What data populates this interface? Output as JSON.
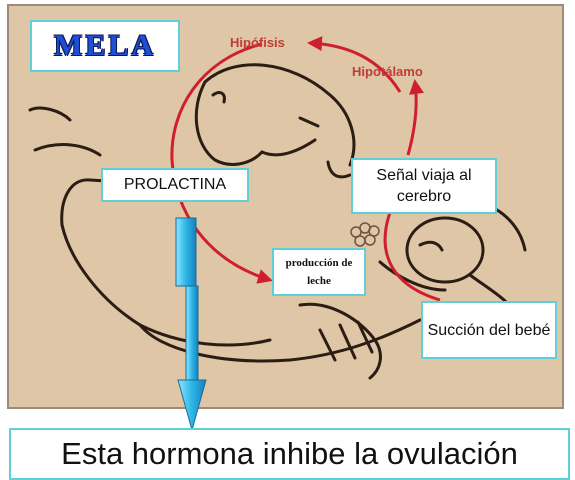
{
  "logo": {
    "text": "MELA"
  },
  "labels": {
    "hipofisis": "Hipófisis",
    "hipotalamo": "Hipotálamo",
    "prolactina": "PROLACTINA",
    "senal": "Señal viaja al cerebro",
    "produccion": "producción de leche",
    "succion": "Succión del bebé"
  },
  "caption": "Esta hormona inhibe la ovulación",
  "colors": {
    "background": "#dfc6a6",
    "box_border": "#5fd0d8",
    "cycle_arrow": "#d01f2c",
    "hormone_arrow": "#2bb6e6",
    "logo_text": "#1f4fd6"
  }
}
